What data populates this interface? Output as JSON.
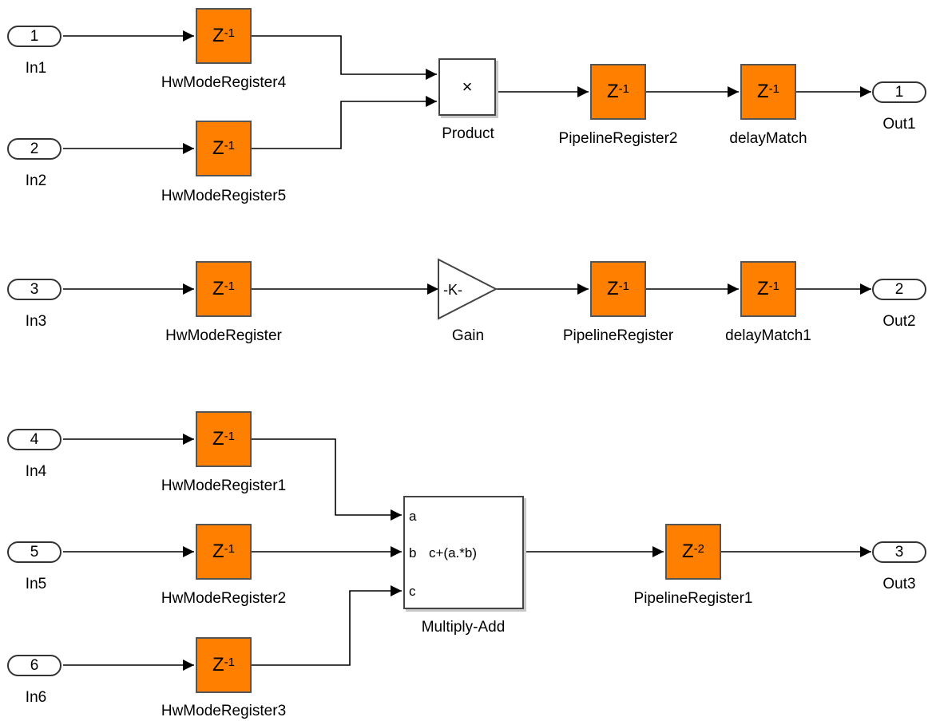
{
  "inports": [
    {
      "id": "in1",
      "num": "1",
      "name": "In1"
    },
    {
      "id": "in2",
      "num": "2",
      "name": "In2"
    },
    {
      "id": "in3",
      "num": "3",
      "name": "In3"
    },
    {
      "id": "in4",
      "num": "4",
      "name": "In4"
    },
    {
      "id": "in5",
      "num": "5",
      "name": "In5"
    },
    {
      "id": "in6",
      "num": "6",
      "name": "In6"
    }
  ],
  "outports": [
    {
      "id": "out1",
      "num": "1",
      "name": "Out1"
    },
    {
      "id": "out2",
      "num": "2",
      "name": "Out2"
    },
    {
      "id": "out3",
      "num": "3",
      "name": "Out3"
    }
  ],
  "delays": [
    {
      "id": "hw4",
      "name": "HwModeRegister4",
      "base": "Z",
      "exp": "-1"
    },
    {
      "id": "hw5",
      "name": "HwModeRegister5",
      "base": "Z",
      "exp": "-1"
    },
    {
      "id": "pr2",
      "name": "PipelineRegister2",
      "base": "Z",
      "exp": "-1"
    },
    {
      "id": "dm",
      "name": "delayMatch",
      "base": "Z",
      "exp": "-1"
    },
    {
      "id": "hw",
      "name": "HwModeRegister",
      "base": "Z",
      "exp": "-1"
    },
    {
      "id": "pr",
      "name": "PipelineRegister",
      "base": "Z",
      "exp": "-1"
    },
    {
      "id": "dm1",
      "name": "delayMatch1",
      "base": "Z",
      "exp": "-1"
    },
    {
      "id": "hw1",
      "name": "HwModeRegister1",
      "base": "Z",
      "exp": "-1"
    },
    {
      "id": "hw2",
      "name": "HwModeRegister2",
      "base": "Z",
      "exp": "-1"
    },
    {
      "id": "hw3",
      "name": "HwModeRegister3",
      "base": "Z",
      "exp": "-1"
    },
    {
      "id": "pr1",
      "name": "PipelineRegister1",
      "base": "Z",
      "exp": "-2"
    }
  ],
  "product": {
    "name": "Product",
    "symbol": "×"
  },
  "gain": {
    "name": "Gain",
    "symbol": "-K-"
  },
  "multiply_add": {
    "name": "Multiply-Add",
    "ports": [
      "a",
      "b",
      "c"
    ],
    "expr": "c+(a.*b)"
  },
  "colors": {
    "delay_fill": "#ff8000",
    "line": "#000000"
  }
}
